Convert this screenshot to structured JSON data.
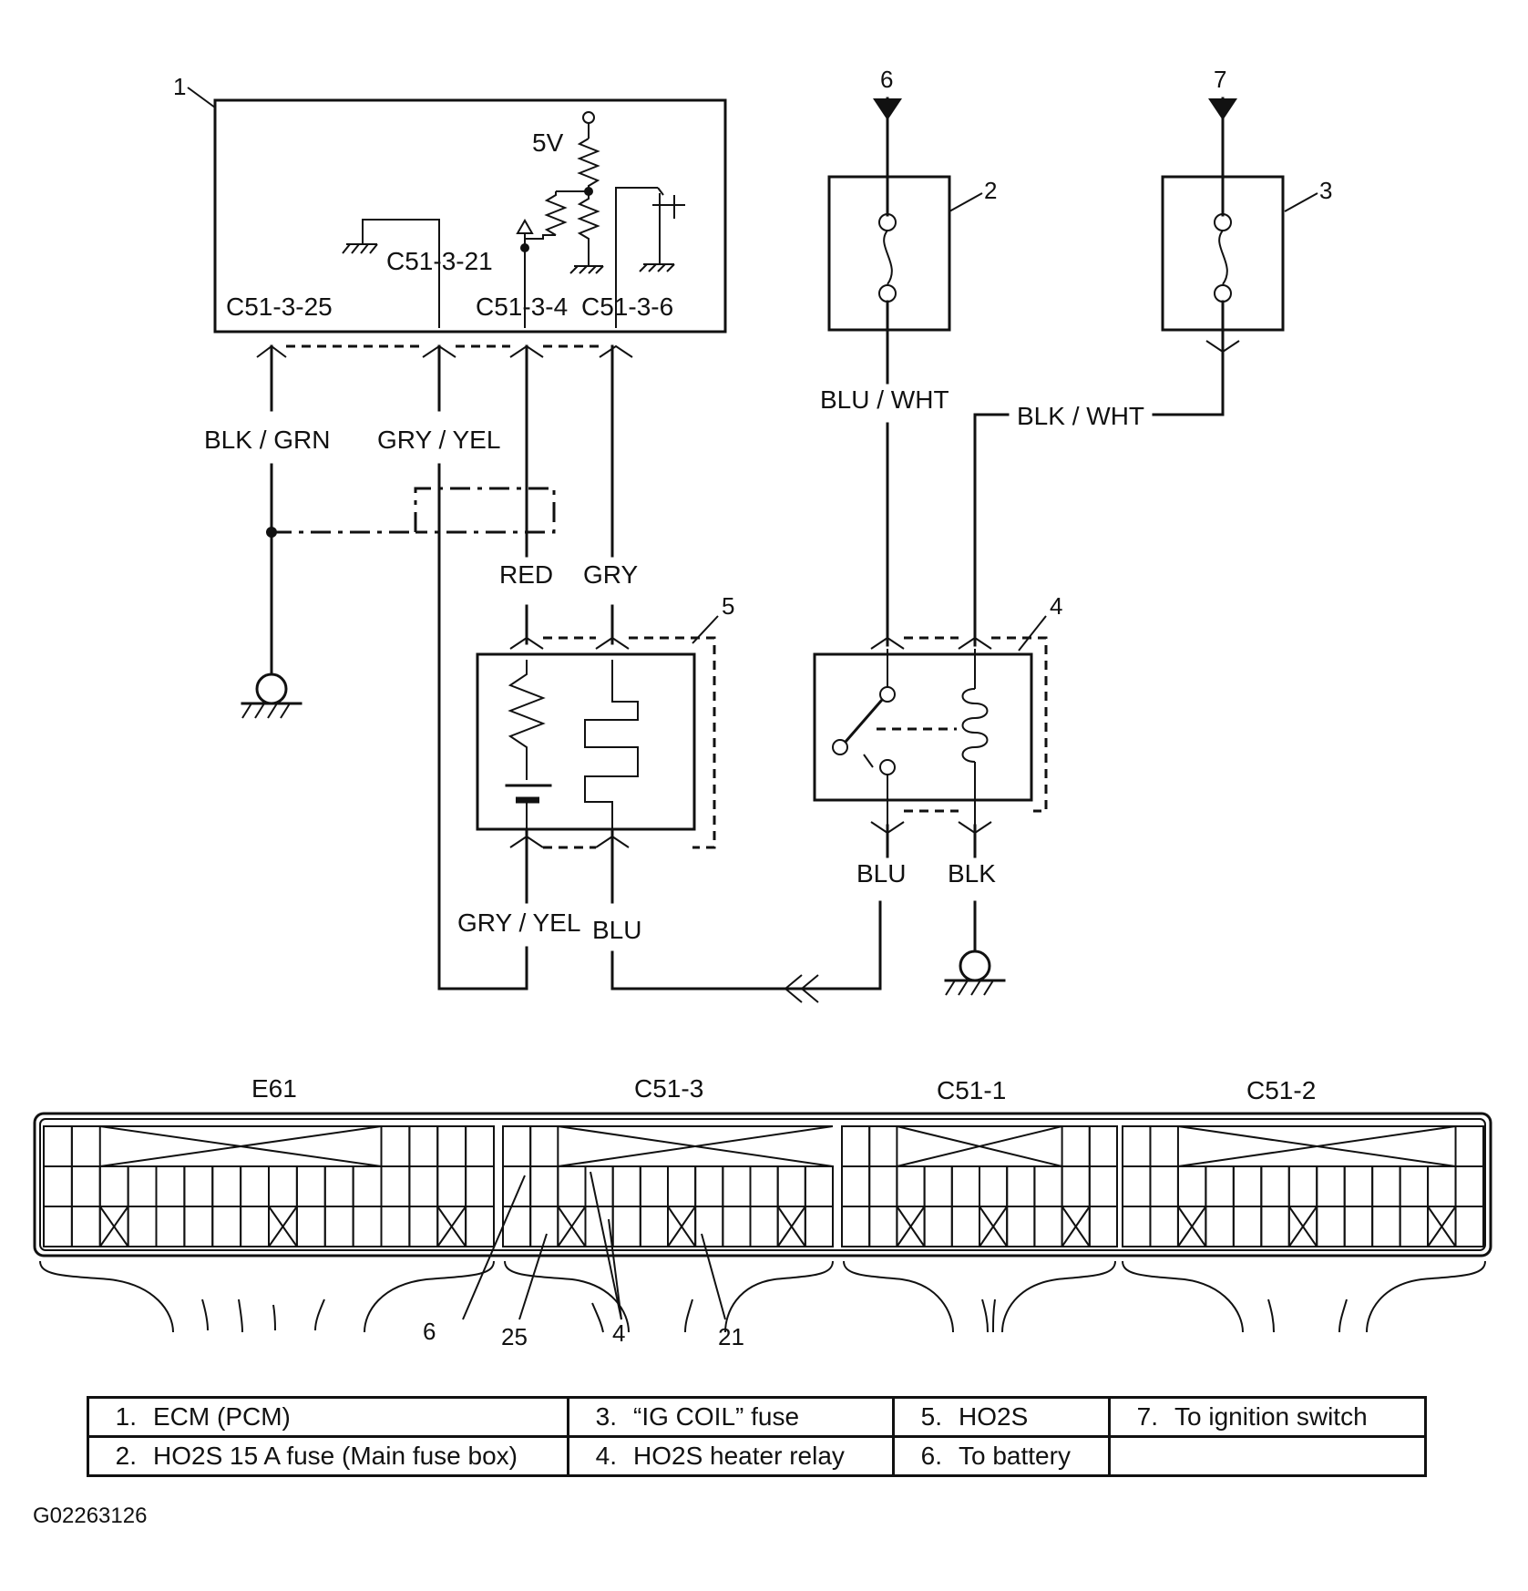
{
  "callouts": {
    "ecm": "1",
    "ho2s_fuse": "2",
    "ig_coil_fuse": "3",
    "heater_relay": "4",
    "ho2s": "5",
    "to_battery": "6",
    "to_ignition": "7"
  },
  "ecm": {
    "voltage_label": "5V",
    "terminals": [
      "C51-3-25",
      "C51-3-21",
      "C51-3-4",
      "C51-3-6"
    ]
  },
  "wires": {
    "blk_grn": "BLK / GRN",
    "gry_yel_top": "GRY / YEL",
    "red": "RED",
    "gry": "GRY",
    "blu_wht": "BLU / WHT",
    "blk_wht": "BLK / WHT",
    "blu_relay": "BLU",
    "blk_relay": "BLK",
    "gry_yel_bottom": "GRY / YEL",
    "blu_sensor": "BLU"
  },
  "connectors": {
    "labels": [
      "E61",
      "C51-3",
      "C51-1",
      "C51-2"
    ],
    "pin_callouts": [
      "6",
      "25",
      "4",
      "21"
    ]
  },
  "legend": [
    {
      "num": "1.",
      "text": "ECM (PCM)"
    },
    {
      "num": "2.",
      "text": "HO2S 15 A fuse (Main fuse box)"
    },
    {
      "num": "3.",
      "text": "“IG COIL” fuse"
    },
    {
      "num": "4.",
      "text": "HO2S heater relay"
    },
    {
      "num": "5.",
      "text": "HO2S"
    },
    {
      "num": "6.",
      "text": "To battery"
    },
    {
      "num": "7.",
      "text": "To ignition switch"
    },
    {
      "num": "",
      "text": ""
    }
  ],
  "figure_id": "G02263126"
}
